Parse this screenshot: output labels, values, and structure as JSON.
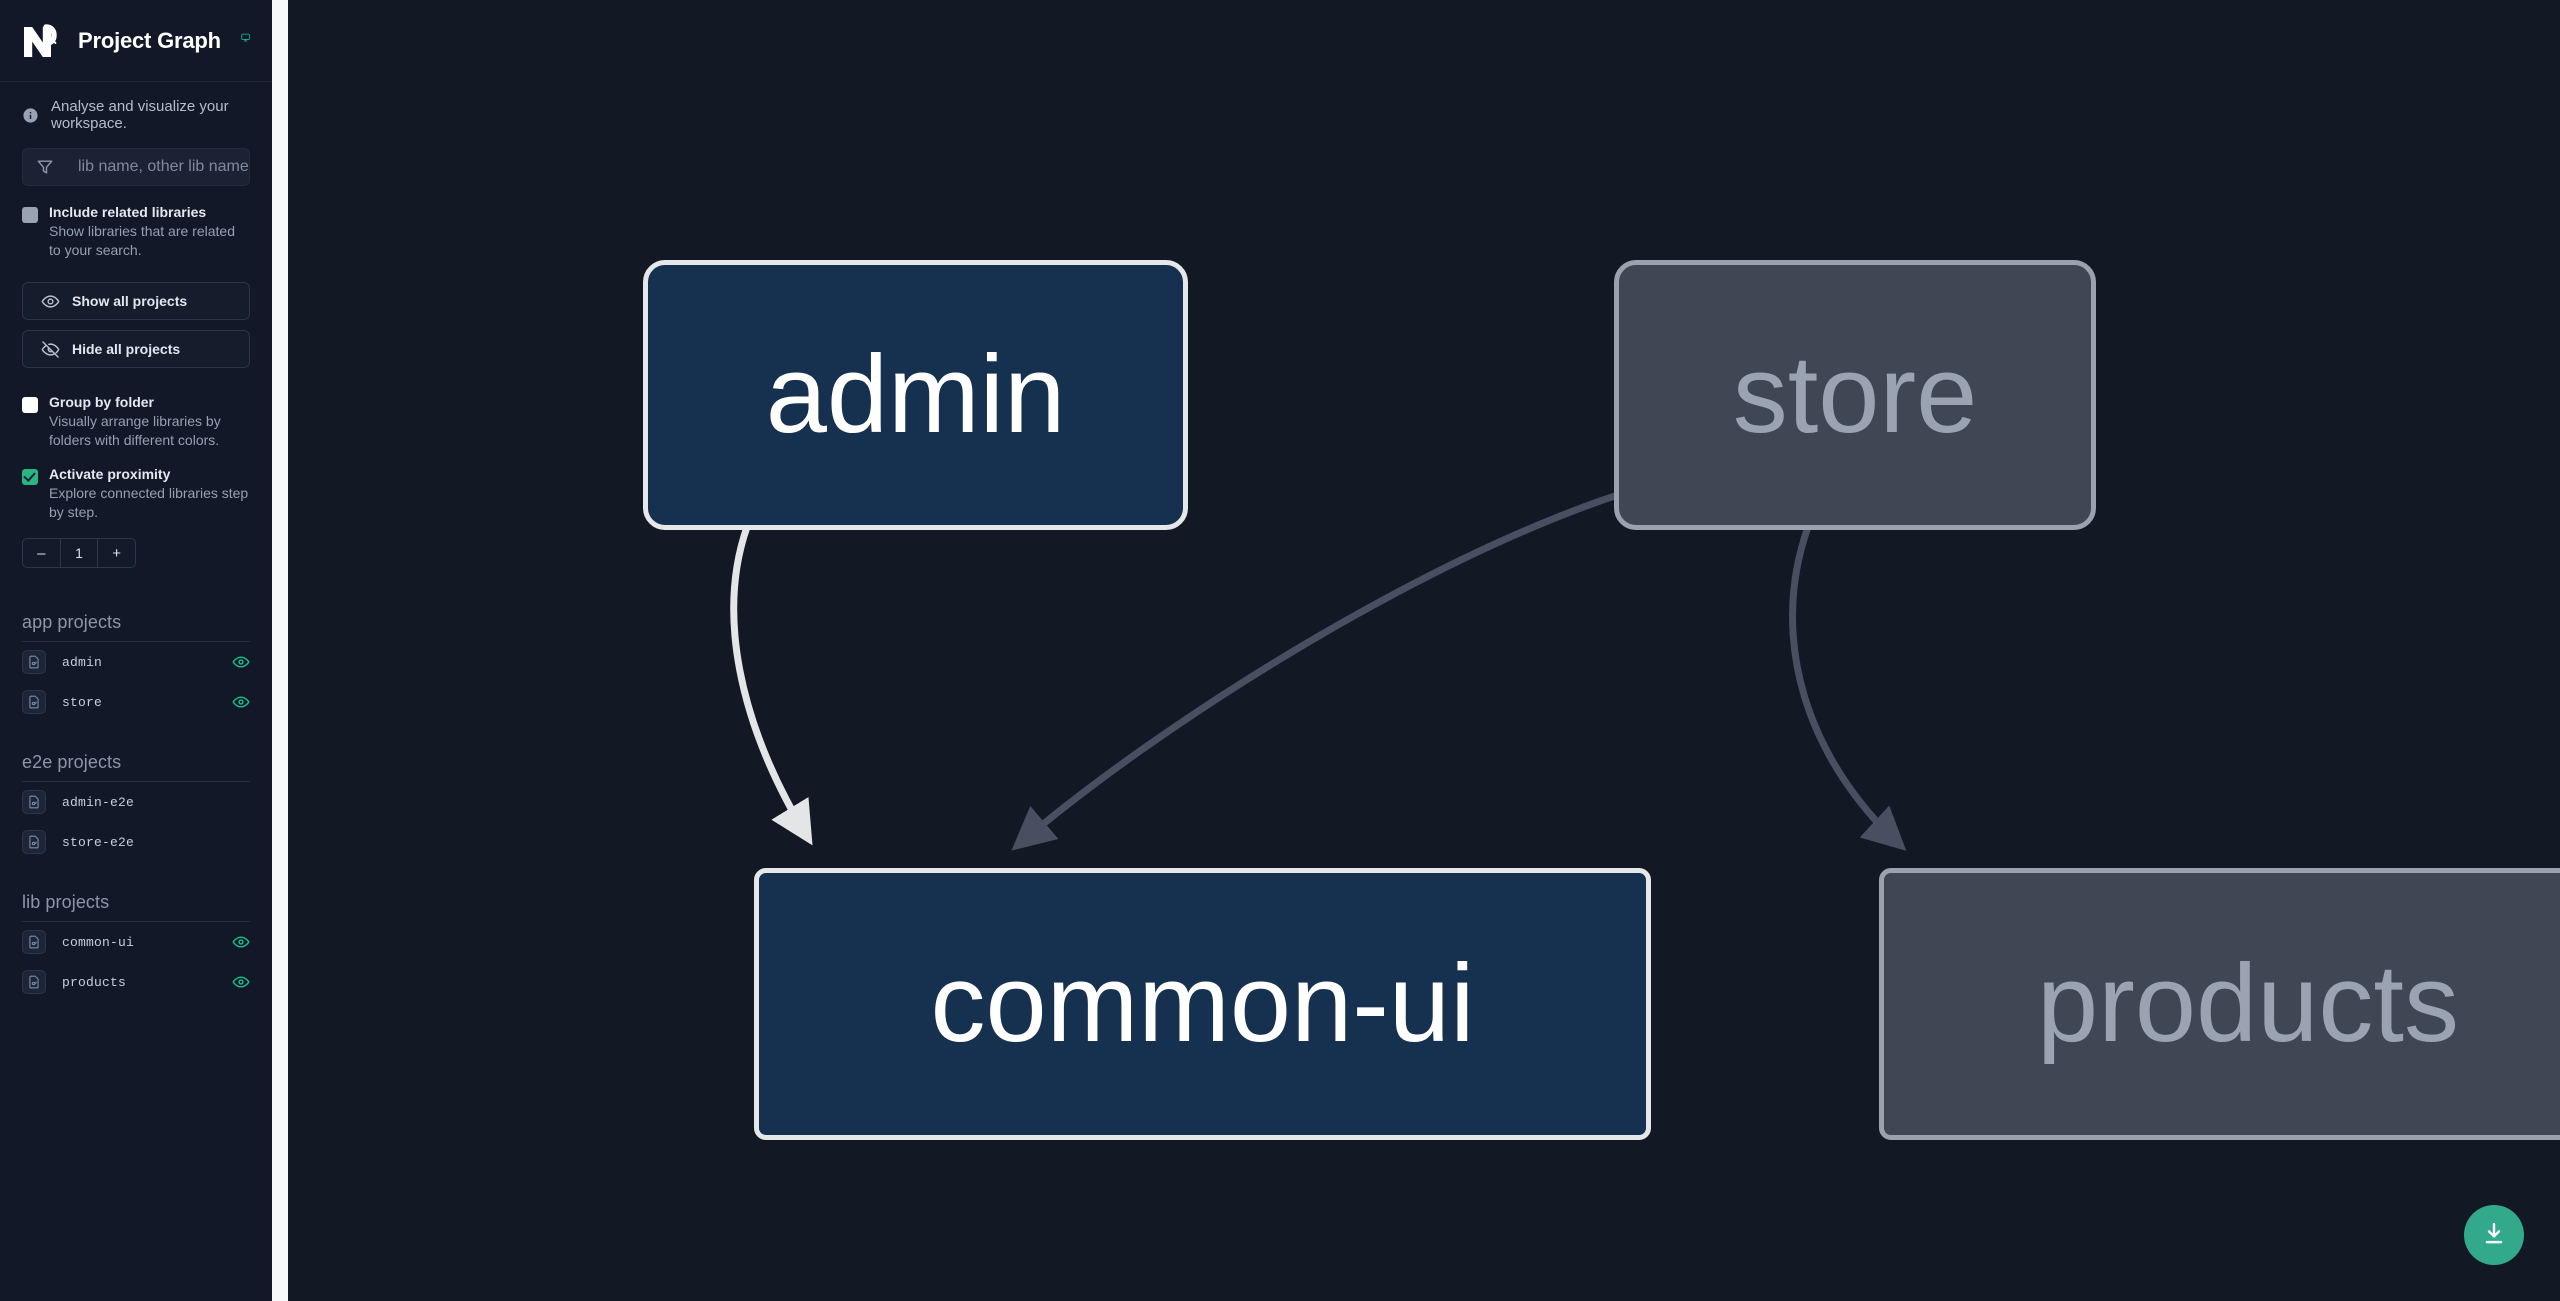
{
  "header": {
    "title": "Project Graph",
    "logo_icon": "nx-logo-icon",
    "monitor_icon": "monitor-icon"
  },
  "tagline": {
    "icon": "info-icon",
    "text": "Analyse and visualize your workspace."
  },
  "search": {
    "icon": "filter-icon",
    "placeholder": "lib name, other lib name",
    "value": ""
  },
  "options": {
    "include_related": {
      "label": "Include related libraries",
      "description": "Show libraries that are related to your search.",
      "checked": false,
      "state": "indeterminate"
    },
    "group_by_folder": {
      "label": "Group by folder",
      "description": "Visually arrange libraries by folders with different colors.",
      "checked": false
    },
    "activate_proximity": {
      "label": "Activate proximity",
      "description": "Explore connected libraries step by step.",
      "checked": true
    }
  },
  "buttons": {
    "show_all": {
      "label": "Show all projects",
      "icon": "eye-icon"
    },
    "hide_all": {
      "label": "Hide all projects",
      "icon": "eye-off-icon"
    }
  },
  "stepper": {
    "decrement_label": "–",
    "value": "1",
    "increment_label": "+"
  },
  "project_sections": [
    {
      "heading": "app projects",
      "items": [
        {
          "name": "admin",
          "icon": "project-file-icon",
          "visible": true,
          "eye_icon": "eye-icon"
        },
        {
          "name": "store",
          "icon": "project-file-icon",
          "visible": true,
          "eye_icon": "eye-icon"
        }
      ]
    },
    {
      "heading": "e2e projects",
      "items": [
        {
          "name": "admin-e2e",
          "icon": "project-file-icon",
          "visible": false
        },
        {
          "name": "store-e2e",
          "icon": "project-file-icon",
          "visible": false
        }
      ]
    },
    {
      "heading": "lib projects",
      "items": [
        {
          "name": "common-ui",
          "icon": "project-file-icon",
          "visible": true,
          "eye_icon": "eye-icon"
        },
        {
          "name": "products",
          "icon": "project-file-icon",
          "visible": true,
          "eye_icon": "eye-icon"
        }
      ]
    }
  ],
  "graph": {
    "nodes": [
      {
        "id": "admin",
        "label": "admin",
        "type": "app",
        "state": "focused"
      },
      {
        "id": "store",
        "label": "store",
        "type": "app",
        "state": "dim"
      },
      {
        "id": "common-ui",
        "label": "common-ui",
        "type": "lib",
        "state": "focused"
      },
      {
        "id": "products",
        "label": "products",
        "type": "lib",
        "state": "dim"
      }
    ],
    "edges": [
      {
        "from": "admin",
        "to": "common-ui",
        "state": "focused"
      },
      {
        "from": "store",
        "to": "common-ui",
        "state": "dim"
      },
      {
        "from": "store",
        "to": "products",
        "state": "dim"
      }
    ]
  },
  "fab": {
    "icon": "download-icon",
    "color": "#32a98a"
  },
  "colors": {
    "canvas_bg": "#131825",
    "sidebar_bg": "#121827",
    "accent_green": "#17b98a",
    "node_focused_fill": "#16304f",
    "node_focused_border": "#e6e7e9",
    "node_dim_fill": "#3f4654",
    "node_dim_border": "#9aa2ae",
    "edge_focused": "#e4e5e7",
    "edge_dim": "#434b5b"
  }
}
